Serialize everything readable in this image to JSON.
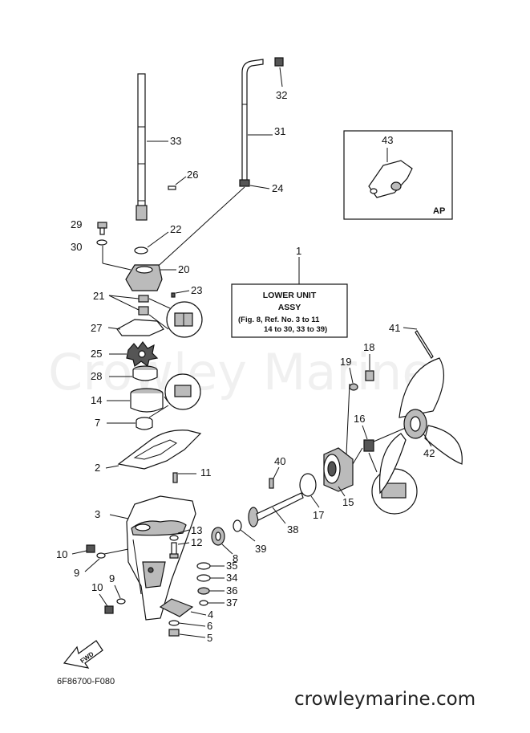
{
  "watermark": "Crowley Marine",
  "footer_url": "crowleymarine.com",
  "diagram_code": "6F86700-F080",
  "fwd_label": "FWD",
  "assy_box": {
    "title": "LOWER UNIT",
    "subtitle": "ASSY",
    "line1": "(Fig. 8, Ref. No. 3 to 11",
    "line2": "14 to 30, 33 to 39)"
  },
  "inset": {
    "label": "AP"
  },
  "callouts": {
    "c1": "1",
    "c2": "2",
    "c3": "3",
    "c4": "4",
    "c5": "5",
    "c6": "6",
    "c7": "7",
    "c8": "8",
    "c9a": "9",
    "c9b": "9",
    "c10a": "10",
    "c10b": "10",
    "c11": "11",
    "c12": "12",
    "c13": "13",
    "c14": "14",
    "c15": "15",
    "c16": "16",
    "c17": "17",
    "c18": "18",
    "c19": "19",
    "c20": "20",
    "c21": "21",
    "c22": "22",
    "c23": "23",
    "c24": "24",
    "c25": "25",
    "c26": "26",
    "c27": "27",
    "c28": "28",
    "c29": "29",
    "c30": "30",
    "c31": "31",
    "c32": "32",
    "c33": "33",
    "c34": "34",
    "c35": "35",
    "c36": "36",
    "c37": "37",
    "c38": "38",
    "c39": "39",
    "c40": "40",
    "c41": "41",
    "c42": "42",
    "c43": "43"
  }
}
